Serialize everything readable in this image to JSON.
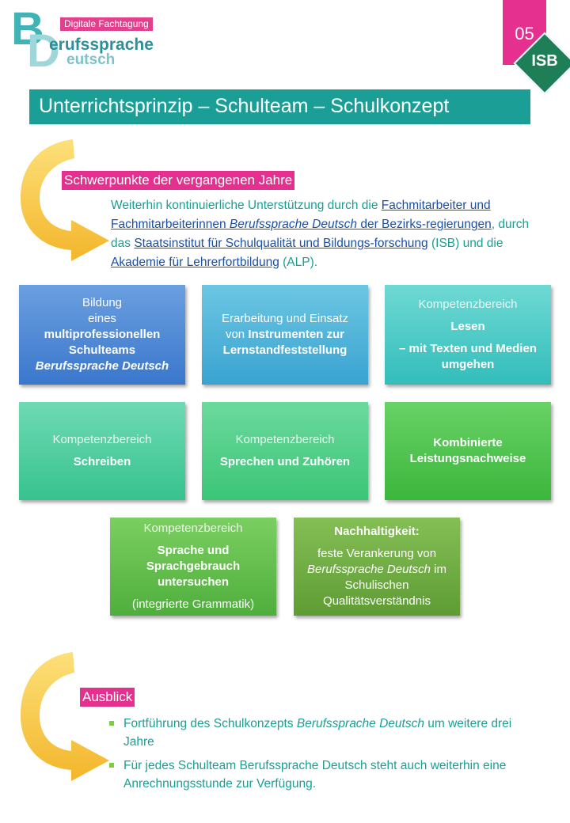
{
  "logo": {
    "letter_b": "B",
    "letter_d": "D",
    "tag": "Digitale Fachtagung",
    "word1": "erufssprache",
    "word2": "eutsch"
  },
  "page_number": "05",
  "isb_label": "ISB",
  "title": "Unterrichtsprinzip – Schulteam – Schulkonzept",
  "section1": {
    "heading": "Schwerpunkte der vergangenen Jahre",
    "intro": {
      "t1": "Weiterhin kontinuierliche Unterstützung durch die ",
      "l1": "Fachmitarbeiter und Fachmitarbeiterinnen ",
      "l1i": "Berufssprache Deutsch",
      "l1b": " der Bezirks-regierungen",
      "t2": ", durch das ",
      "l2": "Staatsinstitut für Schulqualität und Bildungs-forschung",
      "t3": " (ISB) und die ",
      "l3": "Akademie für Lehrerfortbildung",
      "t4": " (ALP)."
    }
  },
  "boxes": {
    "b1": {
      "l1": "Bildung",
      "l2": "eines",
      "l3": "multiprofessionellen",
      "l4": "Schulteams",
      "l5": "Berufssprache Deutsch"
    },
    "b2": {
      "l1": "Erarbeitung und Einsatz",
      "l2a": "von ",
      "l2b": "Instrumenten zur",
      "l3": "Lernstandfeststellung"
    },
    "b3": {
      "l1": "Kompetenzbereich",
      "l2": "Lesen",
      "l3": "– mit Texten und Medien",
      "l4": "umgehen"
    },
    "b4": {
      "l1": "Kompetenzbereich",
      "l2": "Schreiben"
    },
    "b5": {
      "l1": "Kompetenzbereich",
      "l2": "Sprechen und Zuhören"
    },
    "b6": {
      "l1": "Kombinierte",
      "l2": "Leistungsnachweise"
    },
    "b7": {
      "l1": "Kompetenzbereich",
      "l2": "Sprache und",
      "l3": "Sprachgebrauch",
      "l4": "untersuchen",
      "l5": "(integrierte Grammatik)"
    },
    "b8": {
      "l1": "Nachhaltigkeit:",
      "l2": "feste Verankerung von",
      "l3i": "Berufssprache Deutsch",
      "l3b": " im",
      "l4": "Schulischen",
      "l5": "Qualitätsverständnis"
    }
  },
  "section2": {
    "heading": "Ausblick",
    "bullets": [
      {
        "a": "Fortführung des Schulkonzepts ",
        "i": "Berufssprache Deutsch",
        "b": " um weitere drei Jahre"
      },
      {
        "a": "Für jedes Schulteam Berufssprache Deutsch steht auch weiterhin eine Anrechnungsstunde zur Verfügung.",
        "i": "",
        "b": ""
      }
    ]
  },
  "colors": {
    "teal": "#1a9e96",
    "pink": "#e6308f",
    "link_blue": "#1b4fa8",
    "arc_yellow": "#f5c842",
    "isb_green": "#1e7e57"
  }
}
